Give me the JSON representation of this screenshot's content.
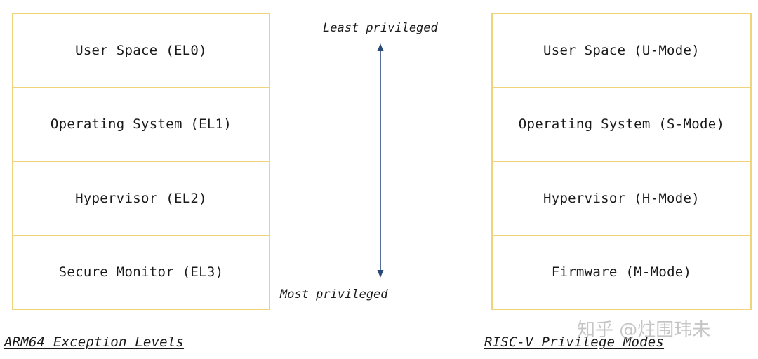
{
  "arm": {
    "levels": [
      "User Space (EL0)",
      "Operating System (EL1)",
      "Hypervisor (EL2)",
      "Secure Monitor (EL3)"
    ],
    "caption": "ARM64 Exception Levels"
  },
  "riscv": {
    "levels": [
      "User Space (U-Mode)",
      "Operating System (S-Mode)",
      "Hypervisor (H-Mode)",
      "Firmware (M-Mode)"
    ],
    "caption": "RISC-V Privilege Modes"
  },
  "privilege": {
    "least": "Least privileged",
    "most": "Most privileged"
  },
  "colors": {
    "box_border": "#f0d47a",
    "arrow": "#2b4a7a"
  },
  "watermark": "知乎 @炷围玮未"
}
